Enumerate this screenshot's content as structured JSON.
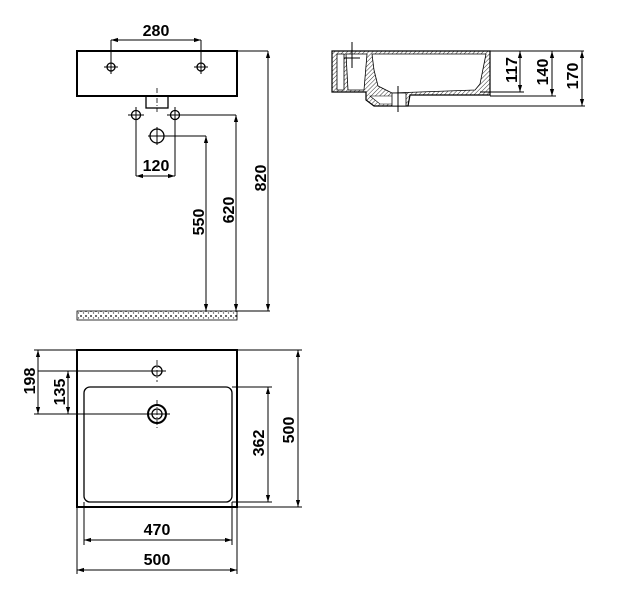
{
  "front_view": {
    "tap_spacing": "280",
    "valve_spacing": "120",
    "drain_height": "550",
    "valve_height": "620",
    "top_height": "820"
  },
  "side_view": {
    "bowl_depth": "117",
    "inner_depth": "140",
    "total_height": "170"
  },
  "top_view": {
    "tap_to_back": "198",
    "drain_from_tap": "135",
    "inner_depth": "362",
    "outer_depth": "500",
    "inner_width": "470",
    "outer_width": "500"
  }
}
